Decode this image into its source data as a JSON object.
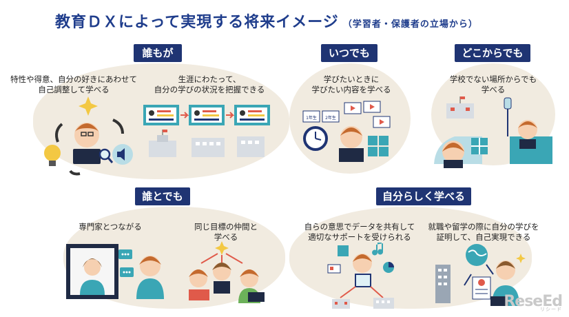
{
  "title": {
    "main": "教育ＤＸによって実現する将来イメージ",
    "sub": "（学習者・保護者の立場から）"
  },
  "sections": {
    "anyone": {
      "label": "誰もが",
      "caption_left_1": "特性や得意、自分の好きにあわせて",
      "caption_left_2": "自己調整して学べる",
      "caption_right_1": "生涯にわたって、",
      "caption_right_2": "自分の学びの状況を把握できる"
    },
    "anytime": {
      "label": "いつでも",
      "caption_1": "学びたいときに",
      "caption_2": "学びたい内容を学べる",
      "grade_1": "1年生",
      "grade_2": "2年生"
    },
    "anywhere": {
      "label": "どこからでも",
      "caption_1": "学校でない場所からでも",
      "caption_2": "学べる"
    },
    "anyone_with": {
      "label": "誰とでも",
      "caption_left": "専門家とつながる",
      "caption_right_1": "同じ目標の仲間と",
      "caption_right_2": "学べる"
    },
    "own_way": {
      "label": "自分らしく学べる",
      "caption_left_1": "自らの意思でデータを共有して",
      "caption_left_2": "適切なサポートを受けられる",
      "caption_right_1": "就職や留学の際に自分の学びを",
      "caption_right_2": "証明して、自己実現できる"
    }
  },
  "watermark": "ReseEd",
  "watermark_sub": "リシード",
  "colors": {
    "navy": "#1f3473",
    "title_blue": "#1f3d8c",
    "blob": "#f1ebe0",
    "teal": "#3aa6b5",
    "yellow": "#f3c843",
    "red": "#e05a4a"
  }
}
